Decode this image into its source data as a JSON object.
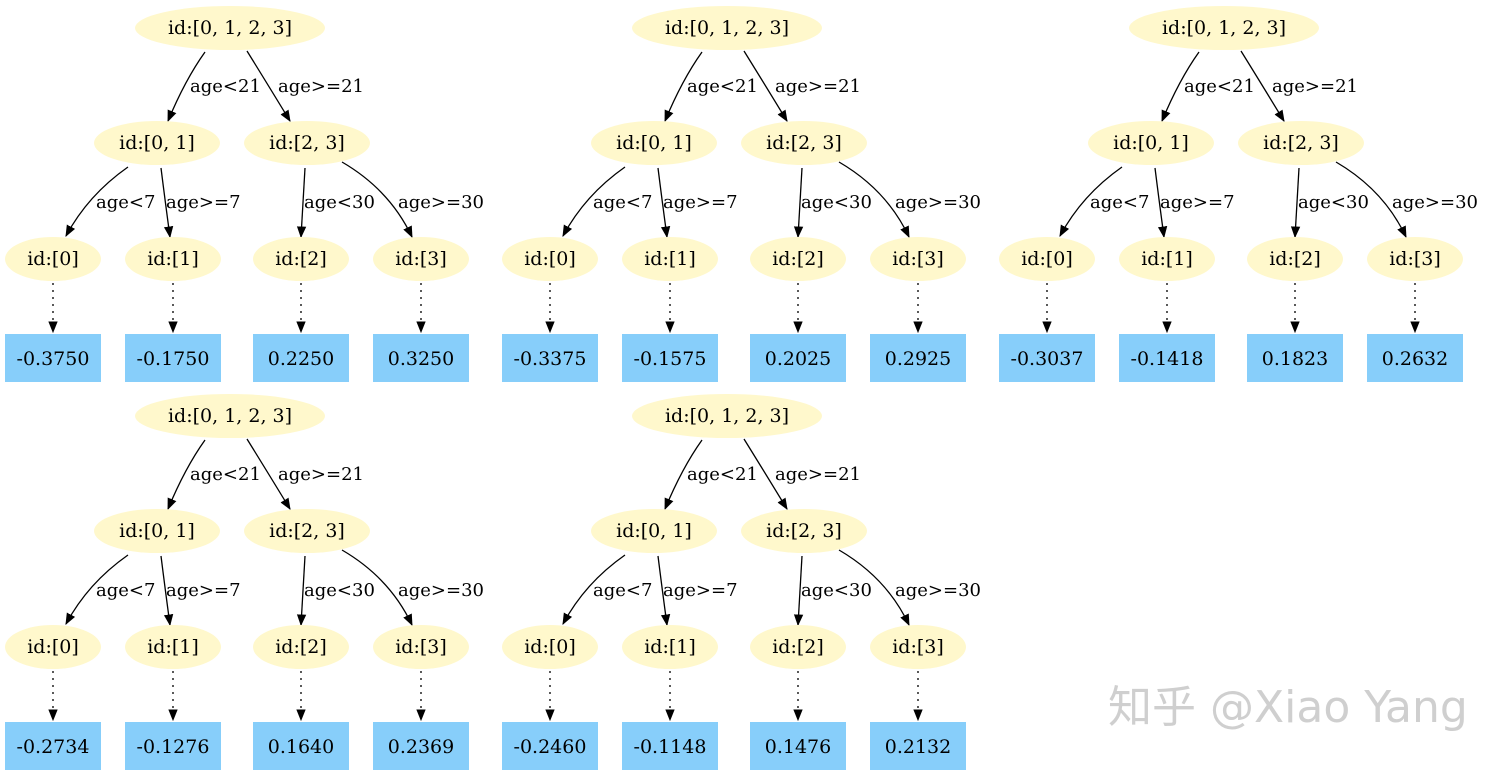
{
  "colors": {
    "node_fill": "#fff8cc",
    "leaf_fill": "#87cefa",
    "edge_color": "#000000",
    "watermark_color": "#cfcfcf"
  },
  "tree_labels": {
    "root": "id:[0, 1, 2, 3]",
    "left": "id:[0, 1]",
    "right": "id:[2, 3]",
    "n0": "id:[0]",
    "n1": "id:[1]",
    "n2": "id:[2]",
    "n3": "id:[3]",
    "e_age_lt_21": "age<21",
    "e_age_ge_21": "age>=21",
    "e_age_lt_7": "age<7",
    "e_age_ge_7": "age>=7",
    "e_age_lt_30": "age<30",
    "e_age_ge_30": "age>=30"
  },
  "trees": [
    {
      "leaves": [
        "-0.3750",
        "-0.1750",
        "0.2250",
        "0.3250"
      ]
    },
    {
      "leaves": [
        "-0.3375",
        "-0.1575",
        "0.2025",
        "0.2925"
      ]
    },
    {
      "leaves": [
        "-0.3037",
        "-0.1418",
        "0.1823",
        "0.2632"
      ]
    },
    {
      "leaves": [
        "-0.2734",
        "-0.1276",
        "0.1640",
        "0.2369"
      ]
    },
    {
      "leaves": [
        "-0.2460",
        "-0.1148",
        "0.1476",
        "0.2132"
      ]
    }
  ],
  "watermark": {
    "icon": "zhihu-logo-icon",
    "text": "知乎 @Xiao Yang"
  }
}
